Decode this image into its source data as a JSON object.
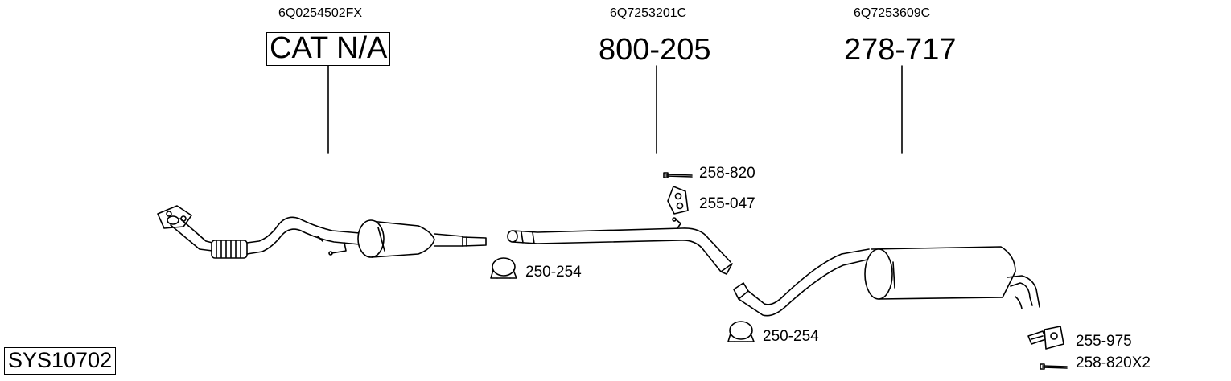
{
  "diagram": {
    "system_code": "SYS10702",
    "sections": [
      {
        "oe_number": "6Q0254502FX",
        "part_number": "CAT N/A"
      },
      {
        "oe_number": "6Q7253201C",
        "part_number": "800-205"
      },
      {
        "oe_number": "6Q7253609C",
        "part_number": "278-717"
      }
    ],
    "fittings": [
      {
        "label": "258-820"
      },
      {
        "label": "255-047"
      },
      {
        "label": "250-254"
      },
      {
        "label": "250-254"
      },
      {
        "label": "255-975"
      },
      {
        "label": "258-820X2"
      }
    ]
  }
}
